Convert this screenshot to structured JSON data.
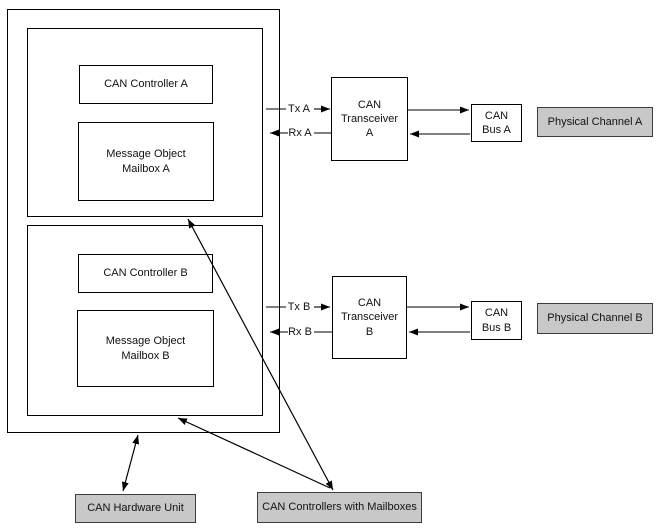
{
  "diagram": {
    "colors": {
      "label_fill": "#c8c8c8",
      "line": "#000000"
    },
    "unit_a": {
      "controller": "CAN Controller A",
      "mailbox": "Message Object\nMailbox A"
    },
    "unit_b": {
      "controller": "CAN Controller B",
      "mailbox": "Message Object\nMailbox B"
    },
    "signals": {
      "tx_a": "Tx A",
      "rx_a": "Rx A",
      "tx_b": "Tx B",
      "rx_b": "Rx B"
    },
    "transceivers": {
      "a": "CAN\nTransceiver\nA",
      "b": "CAN\nTransceiver\nB"
    },
    "buses": {
      "a": "CAN\nBus A",
      "b": "CAN\nBus B"
    },
    "channels": {
      "a": "Physical Channel A",
      "b": "Physical Channel B"
    },
    "callouts": {
      "hardware_unit": "CAN Hardware Unit",
      "controllers_with_mailboxes": "CAN Controllers with Mailboxes"
    }
  }
}
